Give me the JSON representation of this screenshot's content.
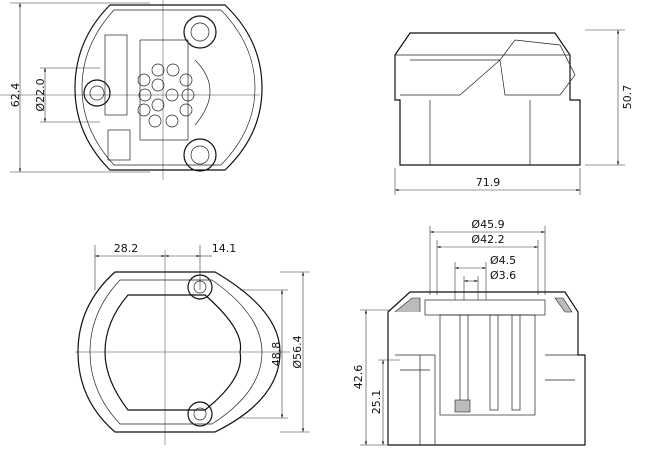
{
  "top_view": {
    "height_dim": "62.4",
    "hole_dim": "Ø22.0"
  },
  "side_view": {
    "height_dim": "50.7",
    "width_dim": "71.9"
  },
  "front_view": {
    "offset_dim": "28.2",
    "half_dim": "14.1",
    "inner_dim": "48.8",
    "outer_dim": "Ø56.4"
  },
  "section_view": {
    "d1": "Ø45.9",
    "d2": "Ø42.2",
    "d3": "Ø4.5",
    "d4": "Ø3.6",
    "height_dim": "42.6",
    "lower_dim": "25.1"
  }
}
